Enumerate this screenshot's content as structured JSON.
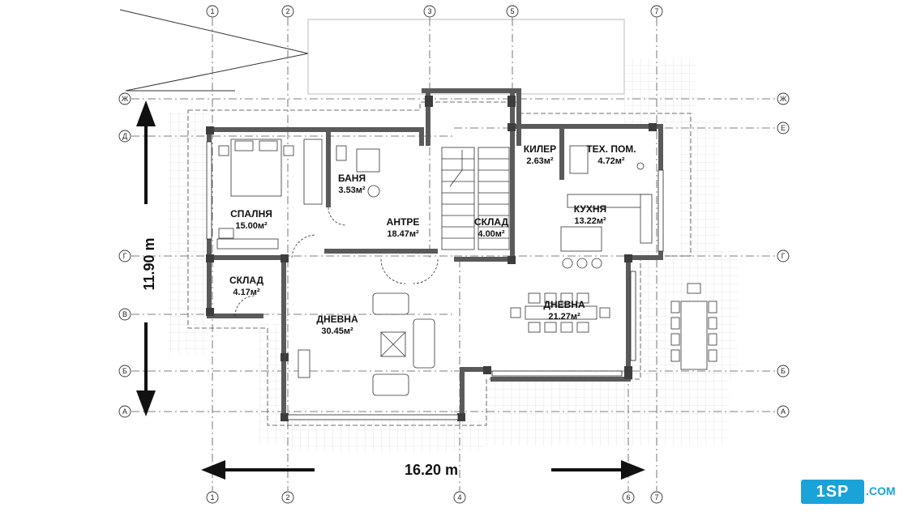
{
  "rooms": [
    {
      "name": "СПАЛНЯ",
      "area": "15.00м²"
    },
    {
      "name": "БАНЯ",
      "area": "3.53м²"
    },
    {
      "name": "АНТРЕ",
      "area": "18.47м²"
    },
    {
      "name": "СКЛАД",
      "area": "4.00м²"
    },
    {
      "name": "КИЛЕР",
      "area": "2.63м²"
    },
    {
      "name": "ТЕХ. ПОМ.",
      "area": "4.72м²"
    },
    {
      "name": "КУХНЯ",
      "area": "13.22м²"
    },
    {
      "name": "СКЛАД",
      "area": "4.17м²"
    },
    {
      "name": "ДНЕВНА",
      "area": "30.45м²"
    },
    {
      "name": "ДНЕВНА",
      "area": "21.27м²"
    }
  ],
  "axes": {
    "top": [
      "1",
      "2",
      "3",
      "5",
      "7"
    ],
    "bottom": [
      "1",
      "2",
      "4",
      "6",
      "7"
    ],
    "rows": [
      "Ж",
      "Д",
      "Г",
      "В",
      "Б",
      "А"
    ],
    "rows_right": [
      "Ж",
      "Е",
      "Г",
      "Б",
      "А"
    ]
  },
  "dimensions": {
    "width": "16.20 m",
    "height": "11.90 m"
  },
  "logo": {
    "mark": "1SP",
    "suffix": ".COM"
  },
  "colors": {
    "wall": "#5a5a5a",
    "line": "#222222",
    "grid": "#cfcfcf",
    "accent": "#1aa3d9"
  }
}
